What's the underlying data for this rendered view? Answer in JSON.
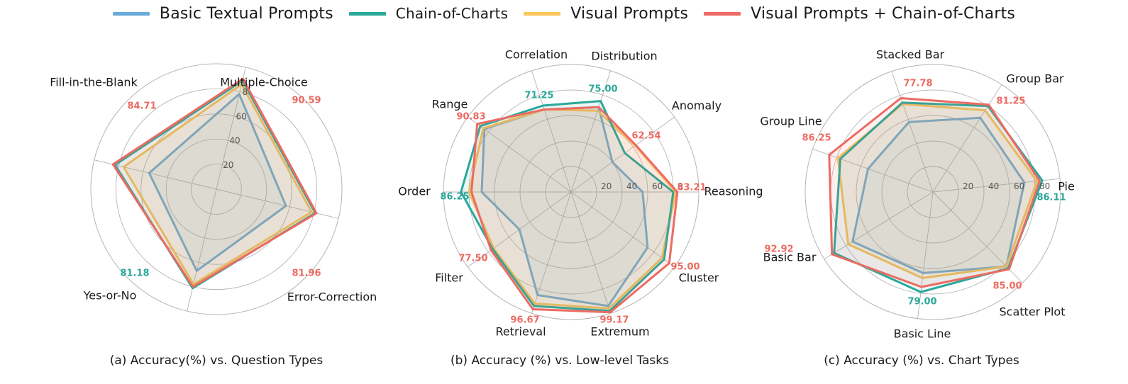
{
  "legend": [
    {
      "name": "Basic Textual Prompts",
      "color": "#6aaad8"
    },
    {
      "name": "Chain-of-Charts",
      "color": "#2aa89a"
    },
    {
      "name": "Visual Prompts",
      "color": "#fbc55a"
    },
    {
      "name": "Visual Prompts + Chain-of-Charts",
      "color": "#ec6b62"
    }
  ],
  "chart_data": [
    {
      "type": "radar",
      "title": "(a) Accuracy(%) vs. Question Types",
      "categories": [
        "Multiple-Choice",
        "Error-Correction",
        "Yes-or-No",
        "Fill-in-the-Blank"
      ],
      "rlim": [
        0,
        100
      ],
      "rticks": [
        20,
        40,
        60,
        80
      ],
      "rtick_labels": [
        "20",
        "40",
        "60",
        "8"
      ],
      "series": [
        {
          "name": "Basic Textual Prompts",
          "values": [
            78,
            57,
            67,
            55
          ]
        },
        {
          "name": "Chain-of-Charts",
          "values": [
            89,
            81,
            81.18,
            83
          ]
        },
        {
          "name": "Visual Prompts",
          "values": [
            86,
            78,
            78,
            76
          ]
        },
        {
          "name": "Visual Prompts + Chain-of-Charts",
          "values": [
            90.59,
            81.96,
            80,
            84.71
          ]
        }
      ],
      "annotations": [
        {
          "category": "Multiple-Choice",
          "text": "90.59",
          "color": "#ec6b62"
        },
        {
          "category": "Error-Correction",
          "text": "81.96",
          "color": "#ec6b62"
        },
        {
          "category": "Yes-or-No",
          "text": "81.18",
          "color": "#2aa89a"
        },
        {
          "category": "Fill-in-the-Blank",
          "text": "84.71",
          "color": "#ec6b62"
        }
      ]
    },
    {
      "type": "radar",
      "title": "(b) Accuracy (%) vs. Low-level Tasks",
      "categories": [
        "Reasoning",
        "Cluster",
        "Extremum",
        "Retrieval",
        "Filter",
        "Order",
        "Range",
        "Correlation",
        "Distribution",
        "Anomaly"
      ],
      "rlim": [
        0,
        100
      ],
      "rticks": [
        20,
        40,
        60,
        80
      ],
      "rtick_labels": [
        "20",
        "40",
        "60",
        "8"
      ],
      "series": [
        {
          "name": "Basic Textual Prompts",
          "values": [
            56,
            74,
            94,
            85,
            50,
            70,
            84,
            68,
            70,
            40
          ]
        },
        {
          "name": "Chain-of-Charts",
          "values": [
            80,
            90,
            98,
            94,
            76,
            86.25,
            88,
            71.25,
            75,
            52
          ]
        },
        {
          "name": "Visual Prompts",
          "values": [
            82,
            88,
            96,
            92,
            75,
            80,
            85,
            68,
            67,
            62
          ]
        },
        {
          "name": "Visual Prompts + Chain-of-Charts",
          "values": [
            83.21,
            95,
            99.17,
            96.67,
            77.5,
            78,
            90.83,
            68,
            70,
            62.54
          ]
        }
      ],
      "annotations": [
        {
          "category": "Reasoning",
          "text": "83.21",
          "color": "#ec6b62"
        },
        {
          "category": "Cluster",
          "text": "95.00",
          "color": "#ec6b62"
        },
        {
          "category": "Extremum",
          "text": "99.17",
          "color": "#ec6b62"
        },
        {
          "category": "Retrieval",
          "text": "96.67",
          "color": "#ec6b62"
        },
        {
          "category": "Filter",
          "text": "77.50",
          "color": "#ec6b62"
        },
        {
          "category": "Order",
          "text": "86.25",
          "color": "#2aa89a"
        },
        {
          "category": "Range",
          "text": "90.83",
          "color": "#ec6b62"
        },
        {
          "category": "Correlation",
          "text": "71.25",
          "color": "#2aa89a"
        },
        {
          "category": "Distribution",
          "text": "75.00",
          "color": "#2aa89a"
        },
        {
          "category": "Anomaly",
          "text": "62.54",
          "color": "#ec6b62"
        }
      ]
    },
    {
      "type": "radar",
      "title": "(c) Accuracy (%) vs. Chart Types",
      "categories": [
        "Pie",
        "Scatter Plot",
        "Basic Line",
        "Basic Bar",
        "Group Line",
        "Stacked Bar",
        "Group Bar"
      ],
      "rlim": [
        0,
        100
      ],
      "rticks": [
        20,
        40,
        60,
        80
      ],
      "rtick_labels": [
        "20",
        "40",
        "60",
        "80"
      ],
      "series": [
        {
          "name": "Basic Textual Prompts",
          "values": [
            72,
            82,
            64,
            74,
            54,
            58,
            69
          ]
        },
        {
          "name": "Chain-of-Charts",
          "values": [
            86.11,
            84,
            79,
            91,
            77,
            74,
            80
          ]
        },
        {
          "name": "Visual Prompts",
          "values": [
            82,
            82,
            68,
            78,
            79,
            73,
            76
          ]
        },
        {
          "name": "Visual Prompts + Chain-of-Charts",
          "values": [
            84,
            85,
            75,
            92.92,
            86.25,
            77.78,
            81.25
          ]
        }
      ],
      "annotations": [
        {
          "category": "Pie",
          "text": "86.11",
          "color": "#2aa89a"
        },
        {
          "category": "Scatter Plot",
          "text": "85.00",
          "color": "#ec6b62"
        },
        {
          "category": "Basic Line",
          "text": "79.00",
          "color": "#2aa89a"
        },
        {
          "category": "Basic Bar",
          "text": "92.92",
          "color": "#ec6b62"
        },
        {
          "category": "Group Line",
          "text": "86.25",
          "color": "#ec6b62"
        },
        {
          "category": "Stacked Bar",
          "text": "77.78",
          "color": "#ec6b62"
        },
        {
          "category": "Group Bar",
          "text": "81.25",
          "color": "#ec6b62"
        }
      ]
    }
  ]
}
